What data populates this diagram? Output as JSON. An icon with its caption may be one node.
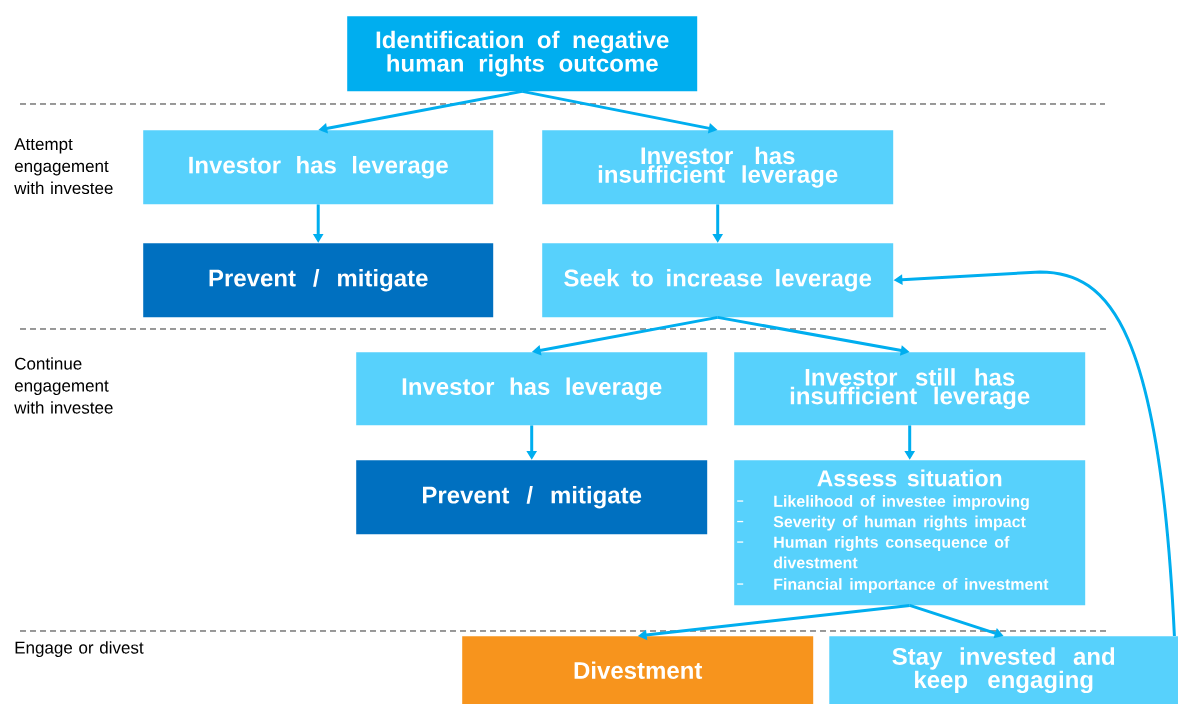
{
  "diagram": {
    "nodes": [
      {
        "text": [
          "Identification of negative human rights outcome"
        ]
      },
      {
        "text": [
          "Investor has leverage"
        ]
      },
      {
        "text": [
          "Investor has insufficient leverage"
        ]
      },
      {
        "text": [
          "Prevent / mitigate"
        ]
      },
      {
        "text": [
          "Seek to increase leverage"
        ]
      },
      {
        "text": [
          "Investor has leverage"
        ]
      },
      {
        "text": [
          "Investor still has insufficient leverage"
        ]
      },
      {
        "text": [
          "Prevent / mitigate"
        ]
      },
      {
        "text": [
          "Assess situation",
          "Likelihood of investee improving",
          "Severity of human rights impact",
          "Human rights consequence of divestment",
          "Financial importance of investment"
        ]
      },
      {
        "text": [
          "Divestment"
        ]
      },
      {
        "text": [
          "Stay invested and keep engaging"
        ]
      }
    ],
    "edges": [
      {
        "from": 0,
        "to": 1,
        "arrow": "to"
      },
      {
        "from": 0,
        "to": 2,
        "arrow": "to"
      },
      {
        "from": 1,
        "to": 3,
        "arrow": "to"
      },
      {
        "from": 2,
        "to": 4,
        "arrow": "to"
      },
      {
        "from": 4,
        "to": 5,
        "arrow": "to"
      },
      {
        "from": 4,
        "to": 6,
        "arrow": "to"
      },
      {
        "from": 5,
        "to": 7,
        "arrow": "to"
      },
      {
        "from": 6,
        "to": 8,
        "arrow": "to"
      },
      {
        "from": 8,
        "to": 9,
        "arrow": "to"
      },
      {
        "from": 8,
        "to": 10,
        "arrow": "to"
      },
      {
        "from": 10,
        "to": 4,
        "arrow": "to"
      }
    ],
    "labels": [
      "Attempt engagement with investee",
      "Continue engagement with investee",
      "Engage or divest"
    ]
  }
}
